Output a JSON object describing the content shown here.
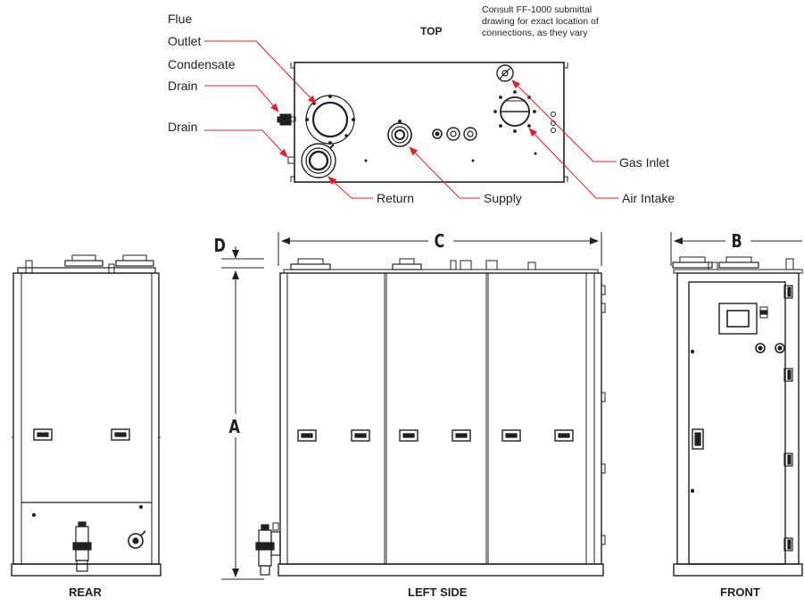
{
  "top_view": {
    "title": "TOP",
    "note_lines": [
      "Consult FF-1000 submittal",
      "drawing for exact location of",
      "connections, as they vary"
    ],
    "callouts": {
      "flue_outlet": [
        "Flue",
        "Outlet"
      ],
      "condensate_drain": [
        "Condensate",
        "Drain"
      ],
      "drain": "Drain",
      "return": "Return",
      "supply": "Supply",
      "gas_inlet": "Gas Inlet",
      "air_intake": "Air Intake"
    }
  },
  "dimensions": {
    "a": "A",
    "b": "B",
    "c": "C",
    "d": "D"
  },
  "views": {
    "rear": "REAR",
    "left_side": "LEFT SIDE",
    "front": "FRONT"
  },
  "colors": {
    "arrow": "#e3202a",
    "line": "#231f20"
  }
}
